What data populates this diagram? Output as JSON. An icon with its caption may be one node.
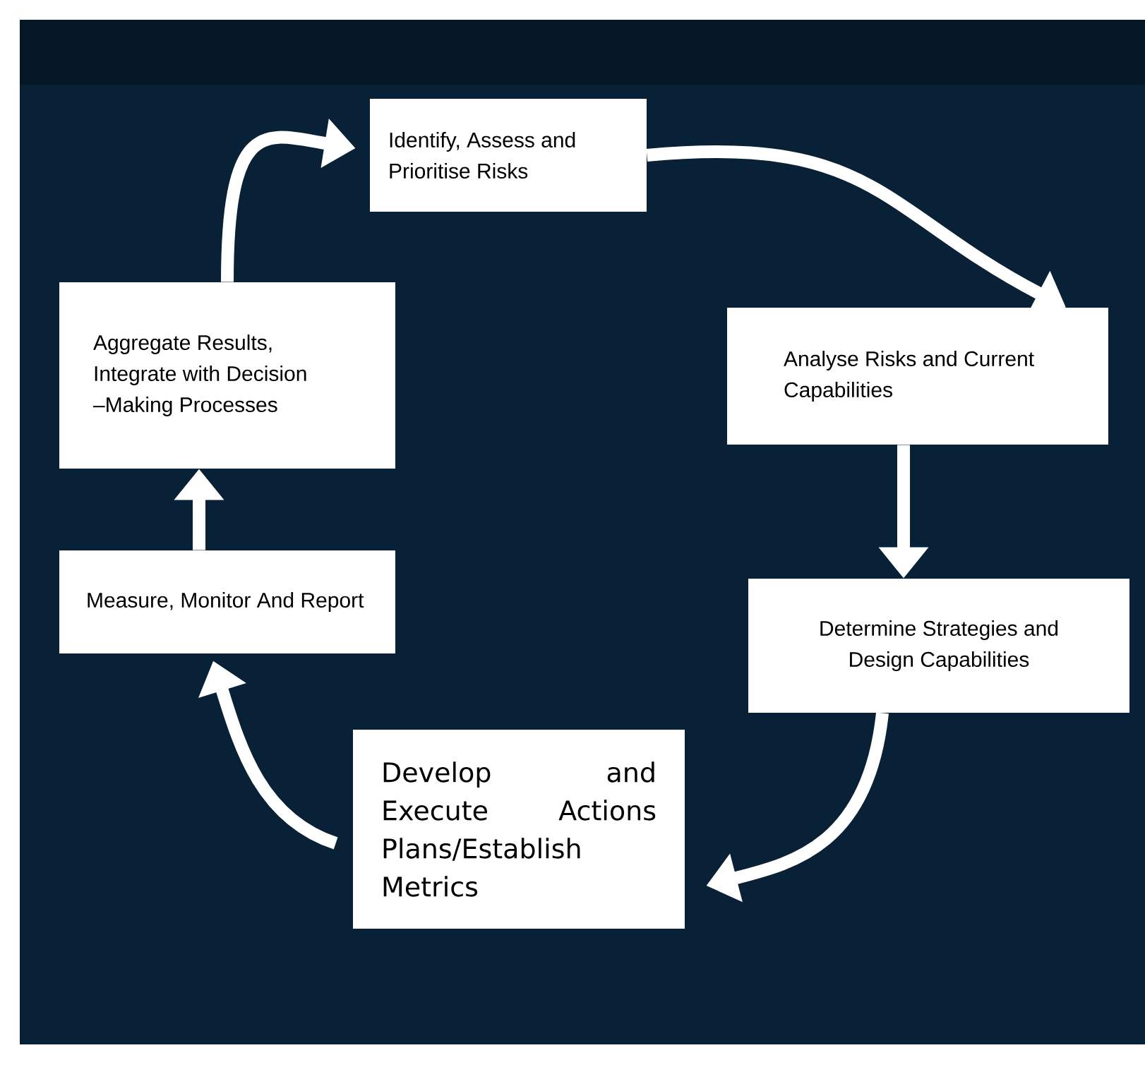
{
  "diagram": {
    "nodes": [
      {
        "text": [
          "Identify, Assess and Prioritise Risks"
        ]
      },
      {
        "text": [
          "Analyse Risks and Current Capabilities"
        ]
      },
      {
        "text": [
          "Determine Strategies and Design Capabilities"
        ]
      },
      {
        "text": [
          "Develop and Execute Actions Plans/Establish Metrics"
        ]
      },
      {
        "text": [
          "Measure, Monitor And Report"
        ]
      },
      {
        "text": [
          "Aggregate Results, Integrate with Decision –Making Processes"
        ]
      }
    ],
    "edges": [
      {
        "from": 0,
        "to": 1,
        "arrow": "to"
      },
      {
        "from": 1,
        "to": 2,
        "arrow": "to"
      },
      {
        "from": 2,
        "to": 3,
        "arrow": "to"
      },
      {
        "from": 3,
        "to": 4,
        "arrow": "to"
      },
      {
        "from": 4,
        "to": 5,
        "arrow": "to"
      },
      {
        "from": 5,
        "to": 0,
        "arrow": "to"
      }
    ]
  }
}
